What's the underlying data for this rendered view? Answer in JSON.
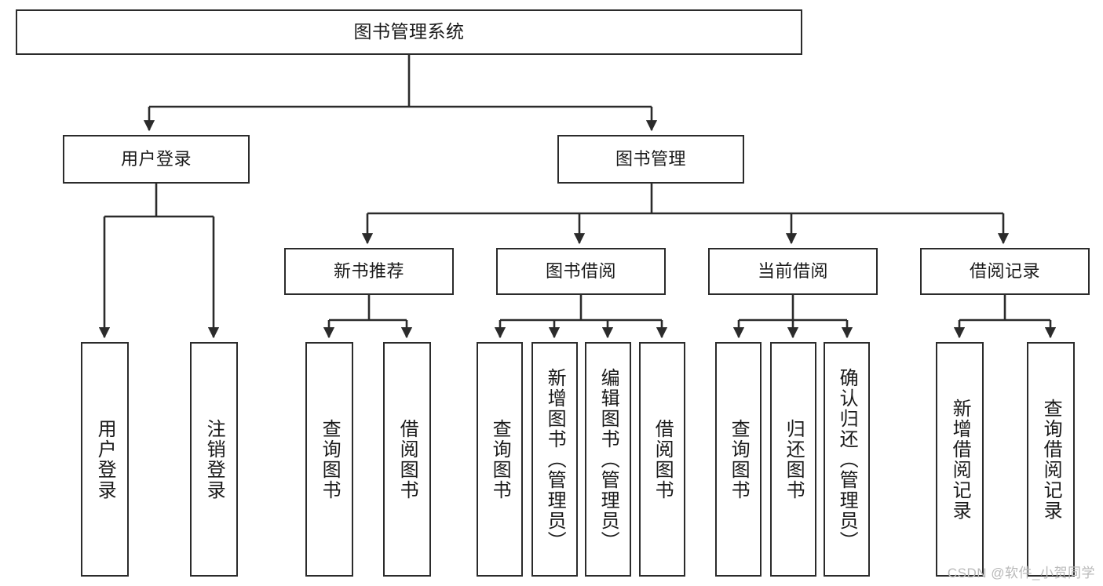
{
  "diagram": {
    "title": "图书管理系统",
    "type": "functional-decomposition-tree",
    "colors": {
      "border": "#2b2b2b",
      "background": "#ffffff",
      "text": "#1a1a1a",
      "watermark": "#b9b9b9"
    },
    "root": {
      "label": "图书管理系统"
    },
    "level2": [
      {
        "label": "用户登录"
      },
      {
        "label": "图书管理"
      }
    ],
    "level3": [
      {
        "label": "新书推荐"
      },
      {
        "label": "图书借阅"
      },
      {
        "label": "当前借阅"
      },
      {
        "label": "借阅记录"
      }
    ],
    "leaves": {
      "user_login": [
        {
          "label": "用户登录"
        },
        {
          "label": "注销登录"
        }
      ],
      "new_book_recommend": [
        {
          "label": "查询图书"
        },
        {
          "label": "借阅图书"
        }
      ],
      "book_borrow": [
        {
          "label": "查询图书"
        },
        {
          "label": "新增图书（管理员）"
        },
        {
          "label": "编辑图书（管理员）"
        },
        {
          "label": "借阅图书"
        }
      ],
      "current_borrow": [
        {
          "label": "查询图书"
        },
        {
          "label": "归还图书"
        },
        {
          "label": "确认归还（管理员）"
        }
      ],
      "borrow_records": [
        {
          "label": "新增借阅记录"
        },
        {
          "label": "查询借阅记录"
        }
      ]
    }
  },
  "watermark": {
    "text": "CSDN @软件_小贺同学"
  }
}
